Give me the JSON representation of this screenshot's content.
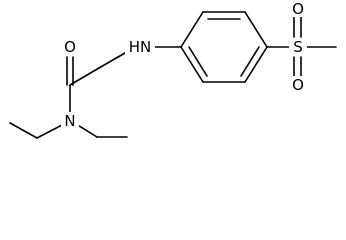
{
  "molecule": {
    "atoms": {
      "oxygen_carbonyl": "O",
      "nitrogen_amide": "N",
      "nitrogen_amine": "HN",
      "sulfur": "S",
      "oxygen_sulfonyl_top": "O",
      "oxygen_sulfonyl_bottom": "O"
    }
  }
}
